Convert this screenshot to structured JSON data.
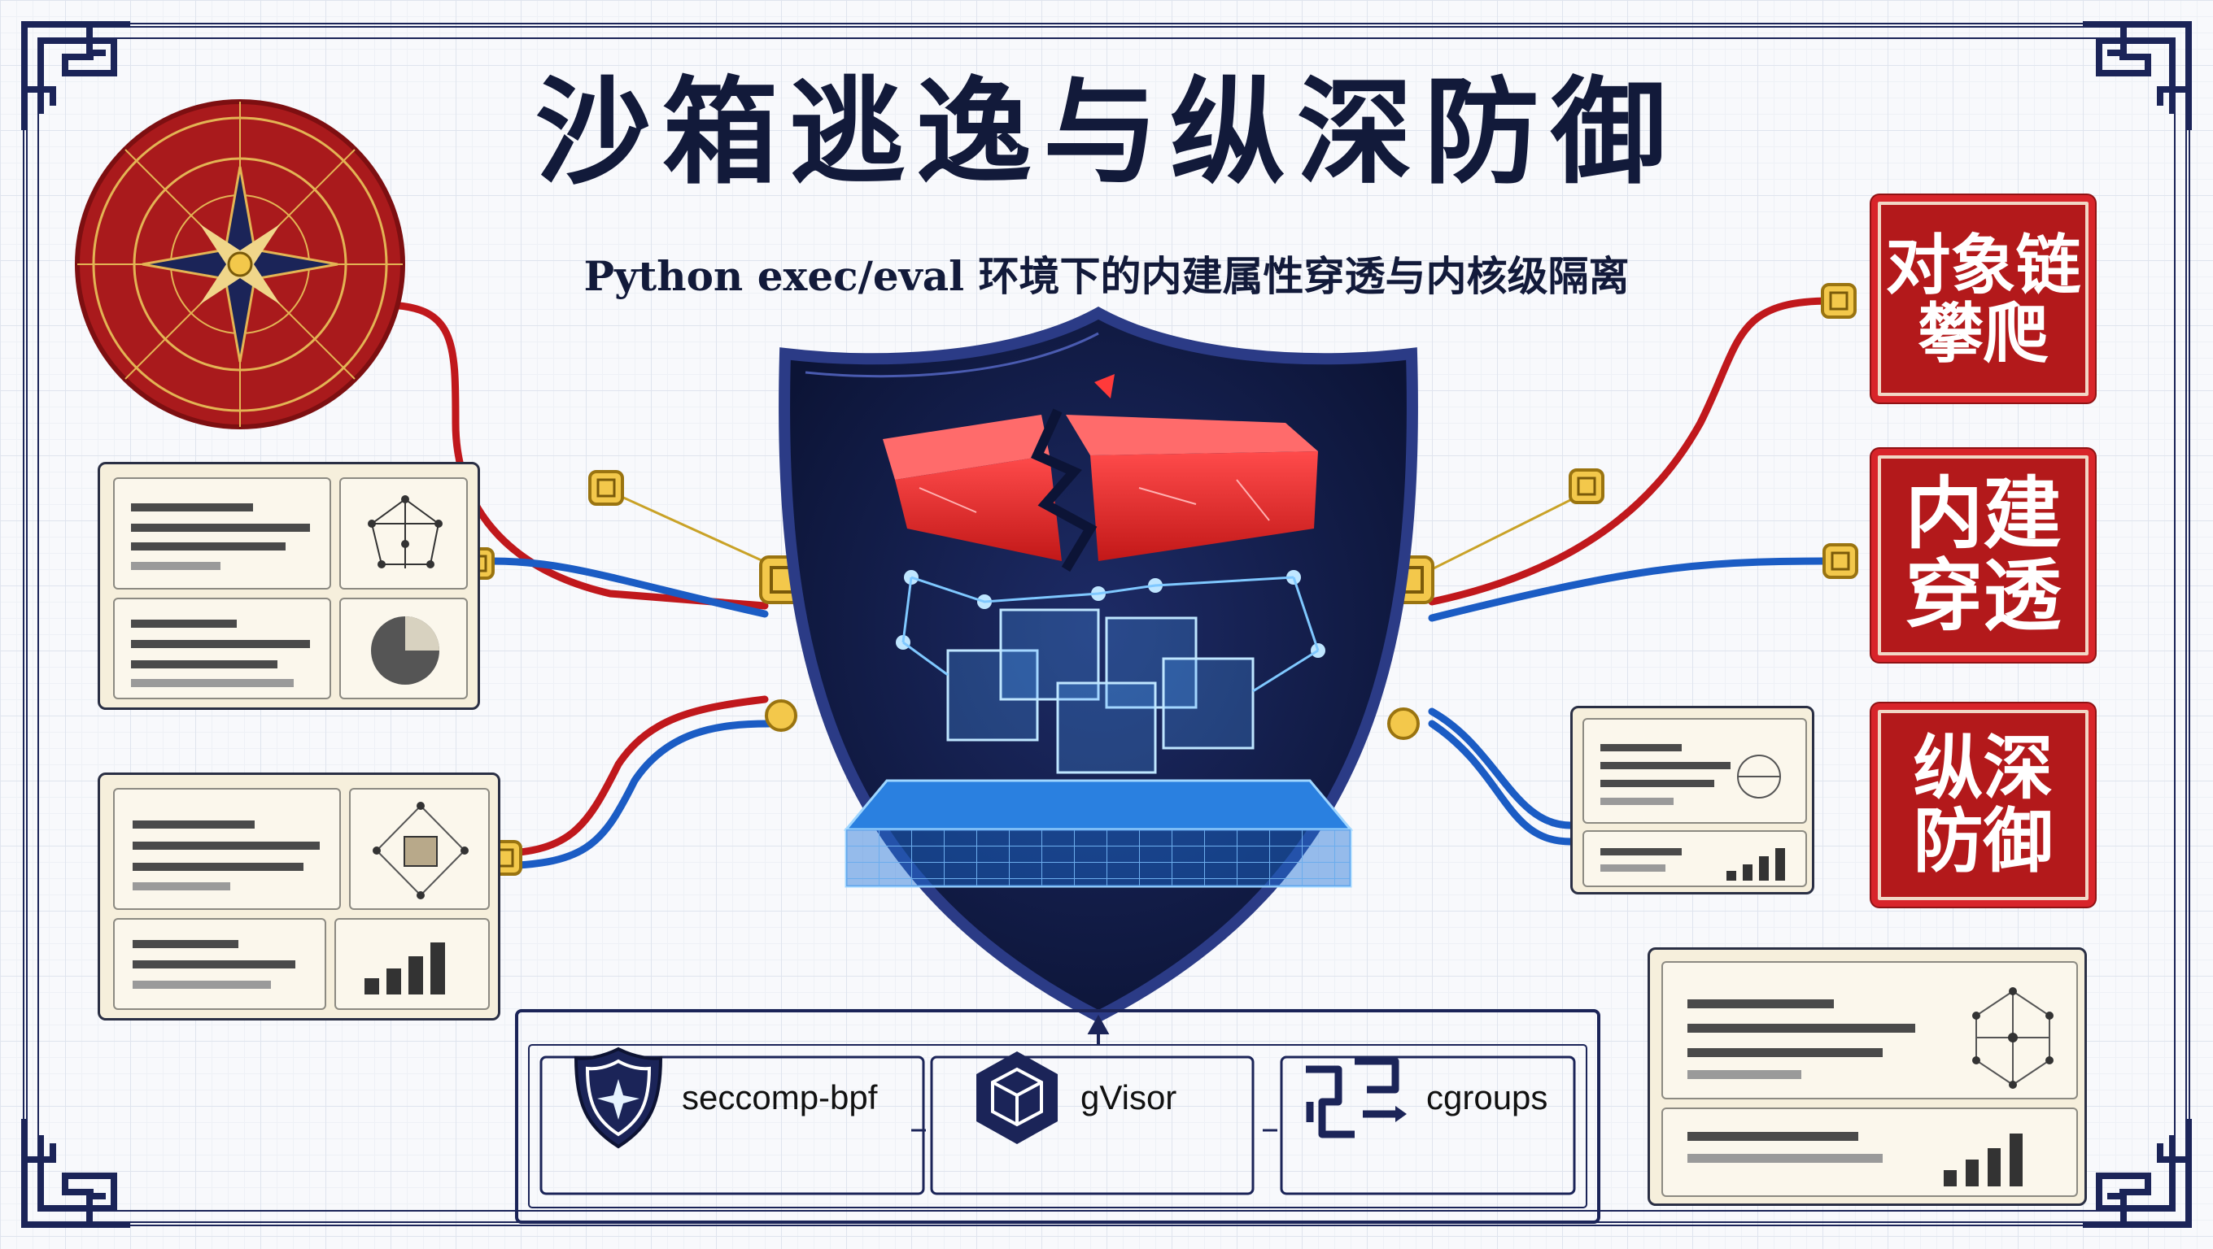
{
  "title": "沙箱逃逸与纵深防御",
  "subtitle": "Python exec/eval 环境下的内建属性穿透与内核级隔离",
  "seals": [
    {
      "lines": [
        "对象链",
        "攀爬"
      ]
    },
    {
      "lines": [
        "内建",
        "穿透"
      ]
    },
    {
      "lines": [
        "纵深",
        "防御"
      ]
    }
  ],
  "tech_stack": [
    {
      "label": "seccomp-bpf",
      "icon": "shield-star-icon"
    },
    {
      "label": "gVisor",
      "icon": "cube-icon"
    },
    {
      "label": "cgroups",
      "icon": "flow-blocks-icon"
    }
  ],
  "colors": {
    "navy": "#1b2458",
    "seal_red": "#b3191b",
    "wire_red": "#c0181c",
    "wire_blue": "#1b5cc4",
    "cube_blue": "#3fa0ff",
    "gold": "#d9a520"
  },
  "icons": [
    "compass-icon",
    "shield-icon",
    "cracked-red-block-icon",
    "glowing-cube-grid-icon",
    "pie-chart-icon",
    "bar-chart-icon",
    "network-graph-icon"
  ]
}
